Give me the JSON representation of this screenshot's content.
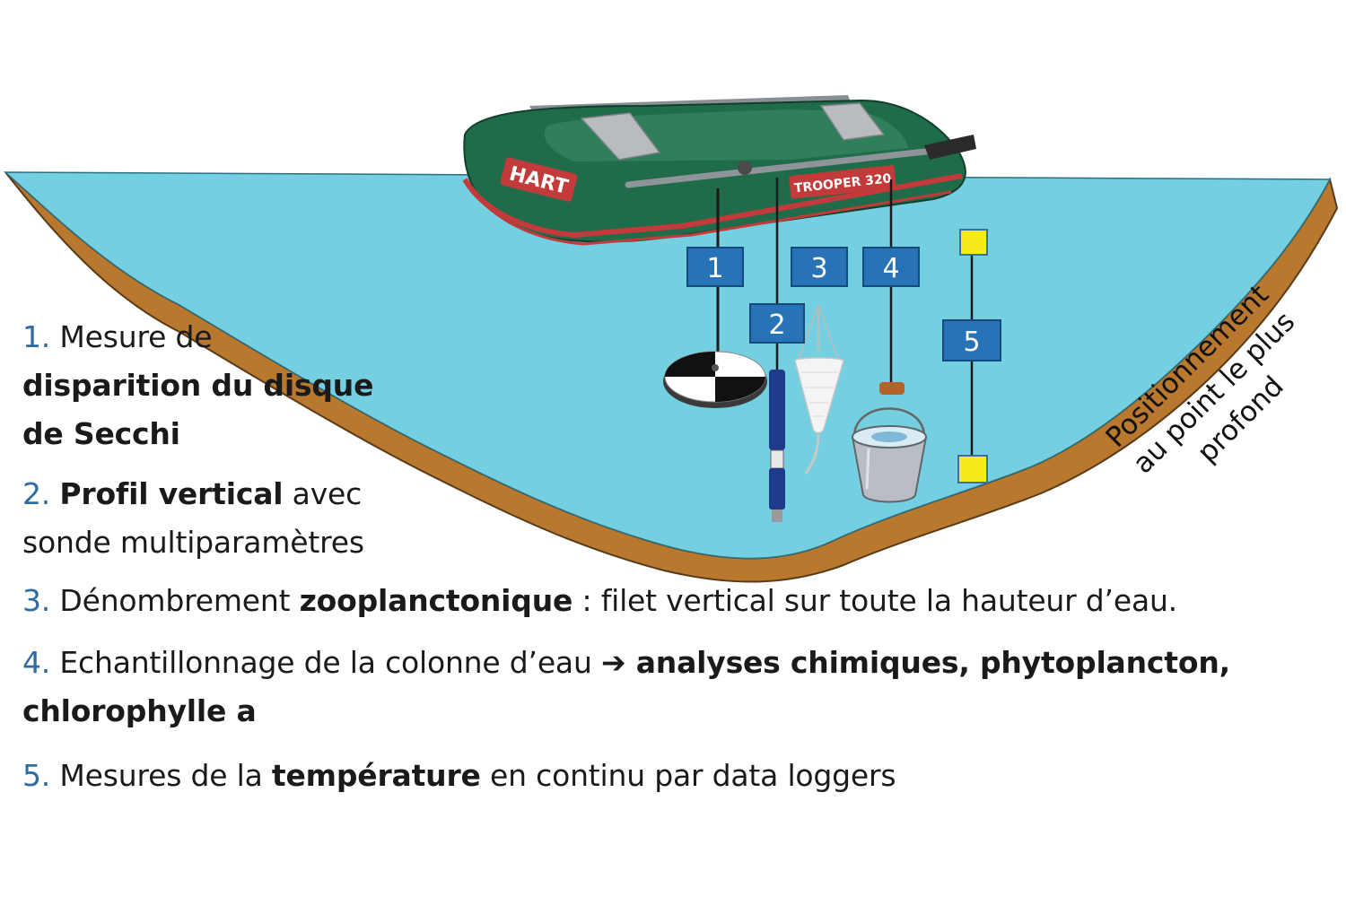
{
  "boat": {
    "brand": "HART",
    "model": "TROOPER 320"
  },
  "markers": [
    "1",
    "2",
    "3",
    "4",
    "5"
  ],
  "side_label": {
    "line1": "Positionnement",
    "line2": "au point le plus",
    "line3": "profond"
  },
  "captions": {
    "item1": {
      "num": "1.",
      "text_a": " Mesure de ",
      "bold_a": "disparition du disque de Secchi"
    },
    "item2": {
      "num": "2.",
      "bold_a": "Profil vertical",
      "text_a": " avec sonde multiparamètres"
    },
    "item3": {
      "num": "3.",
      "text_a": " Dénombrement ",
      "bold_a": "zooplanctonique",
      "text_b": " : filet vertical sur toute la hauteur d’eau."
    },
    "item4": {
      "num": "4.",
      "text_a": " Echantillonnage de la colonne d’eau ",
      "arrow": "➔",
      "bold_a": " analyses chimiques, phytoplancton,",
      "bold_b": "chlorophylle a"
    },
    "item5": {
      "num": "5.",
      "text_a": " Mesures de la ",
      "bold_a": "température",
      "text_b": " en continu par data loggers"
    }
  },
  "colors": {
    "water": "#74cfe1",
    "bank": "#b8782e",
    "bank_edge": "#5a3a16",
    "boat": "#1f6b4a",
    "marker_fill": "#2872b8",
    "logger_fill": "#f5ea1a",
    "caption_number": "#2f6aa3"
  }
}
